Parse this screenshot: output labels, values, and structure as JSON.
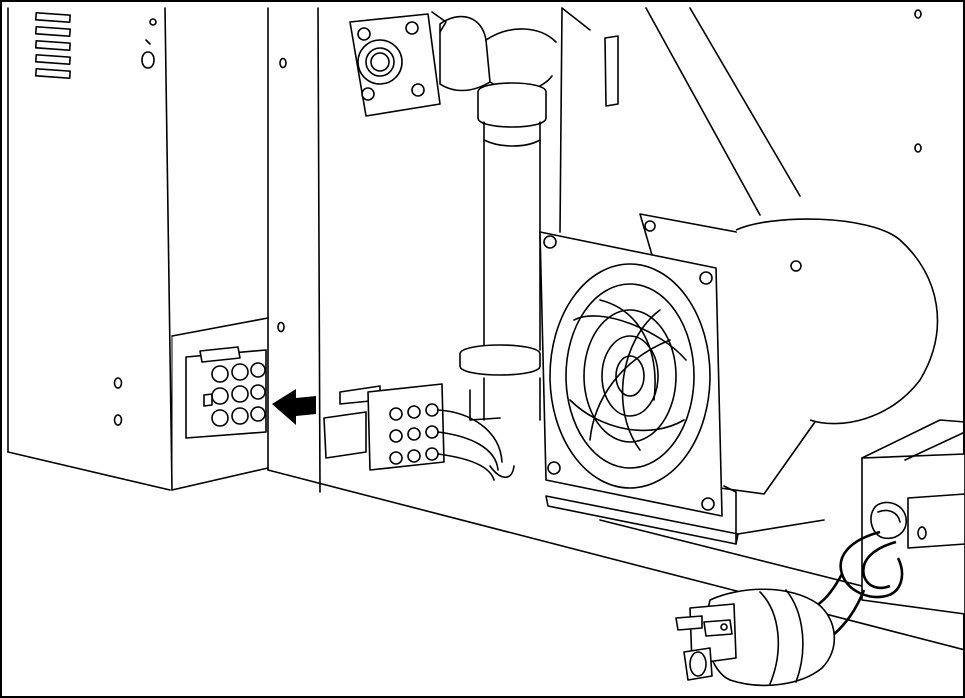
{
  "figure": {
    "kind": "technical line illustration",
    "parts": [
      "control-box",
      "nine-pin-receptacle",
      "insertion-arrow",
      "nine-pin-plug",
      "cooling-fan",
      "valve-assembly",
      "vertical-pipe",
      "power-cord",
      "power-plug"
    ],
    "colors": {
      "line": "#000000",
      "background": "#ffffff"
    }
  }
}
